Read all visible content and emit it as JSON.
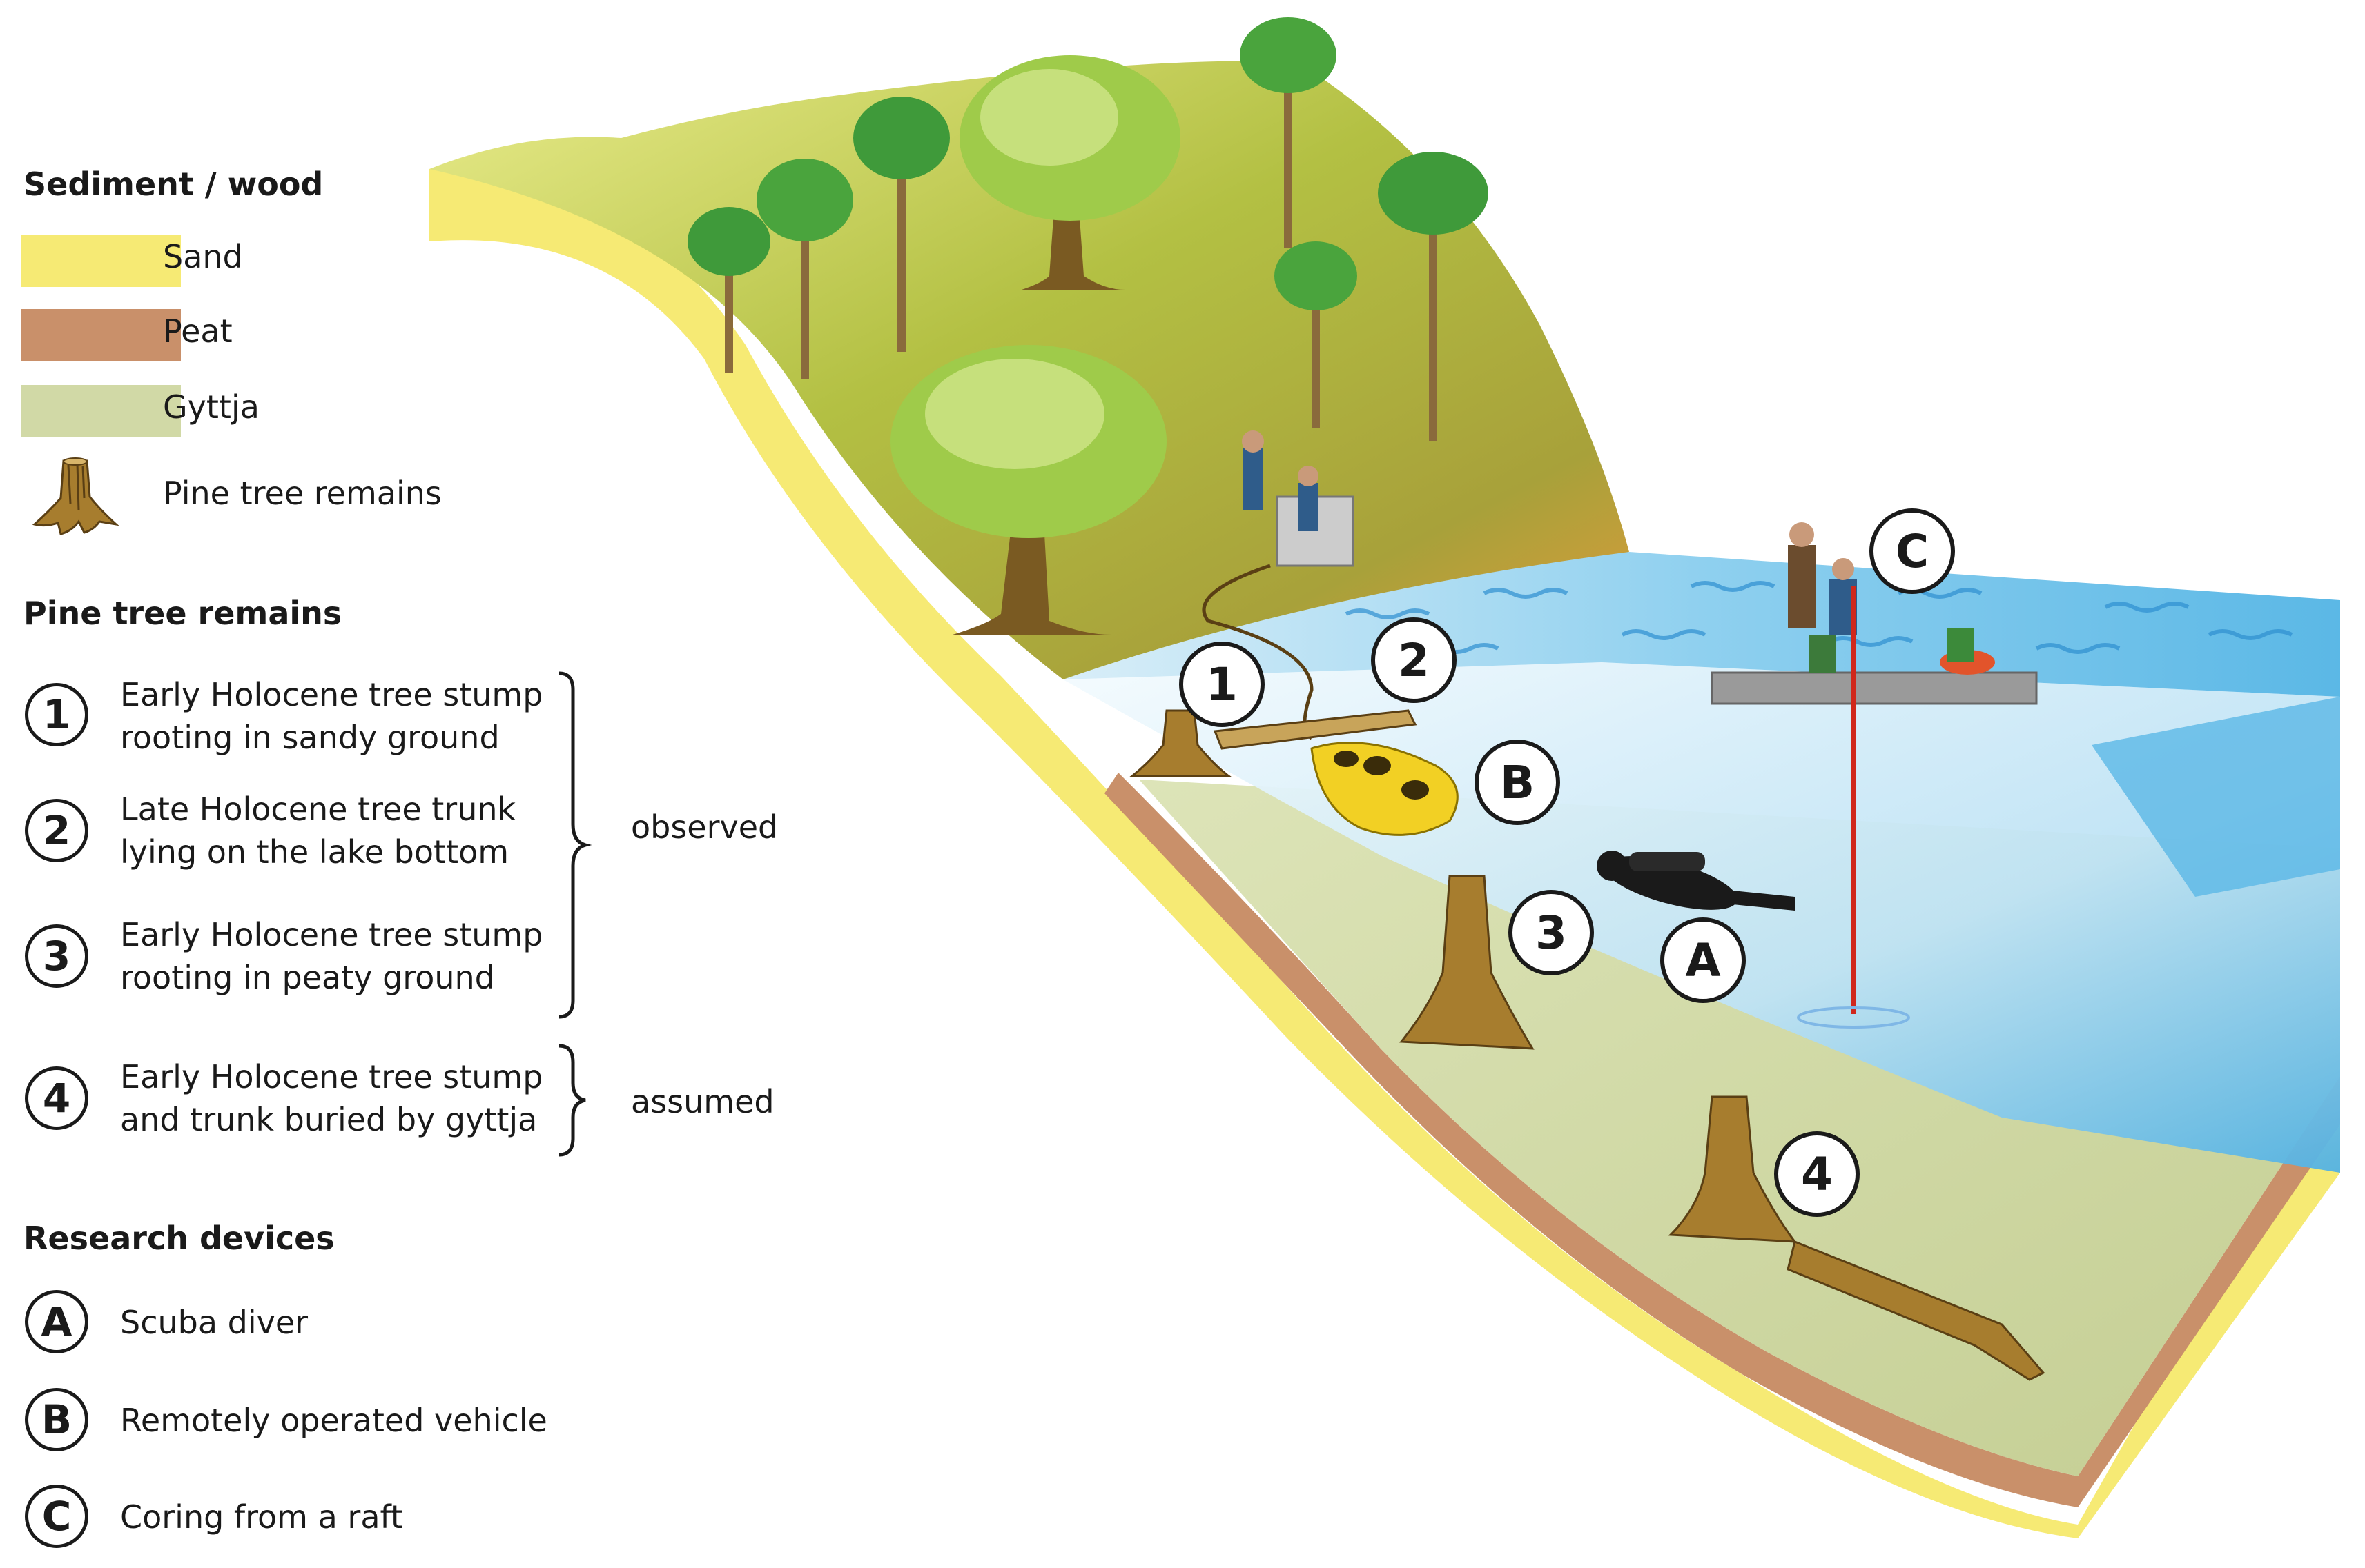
{
  "legend": {
    "sediment_heading": "Sediment / wood",
    "sediments": [
      {
        "label": "Sand",
        "color": "#f6ea74"
      },
      {
        "label": "Peat",
        "color": "#c9906a"
      },
      {
        "label": "Gyttja",
        "color": "#d1d9a6"
      }
    ],
    "pine_symbol_label": "Pine tree remains",
    "remains_heading": "Pine tree remains",
    "remains": [
      {
        "num": "1",
        "line1": "Early Holocene tree stump",
        "line2": "rooting in sandy ground"
      },
      {
        "num": "2",
        "line1": "Late Holocene tree trunk",
        "line2": "lying on the lake bottom"
      },
      {
        "num": "3",
        "line1": "Early Holocene tree stump",
        "line2": "rooting in peaty ground"
      },
      {
        "num": "4",
        "line1": "Early Holocene tree stump",
        "line2": "and trunk buried by gyttja"
      }
    ],
    "observed_label": "observed",
    "assumed_label": "assumed",
    "devices_heading": "Research devices",
    "devices": [
      {
        "letter": "A",
        "label": "Scuba diver"
      },
      {
        "letter": "B",
        "label": "Remotely operated vehicle"
      },
      {
        "letter": "C",
        "label": "Coring from a raft"
      }
    ]
  },
  "scene_markers": {
    "m1": "1",
    "m2": "2",
    "m3": "3",
    "m4": "4",
    "mA": "A",
    "mB": "B",
    "mC": "C"
  },
  "colors": {
    "sand": "#f6ea74",
    "peat": "#c9906a",
    "gyttja": "#d1d9a6",
    "water": "#6cc3ea",
    "hill": "#b7c34a",
    "wood": "#7a5a22"
  }
}
